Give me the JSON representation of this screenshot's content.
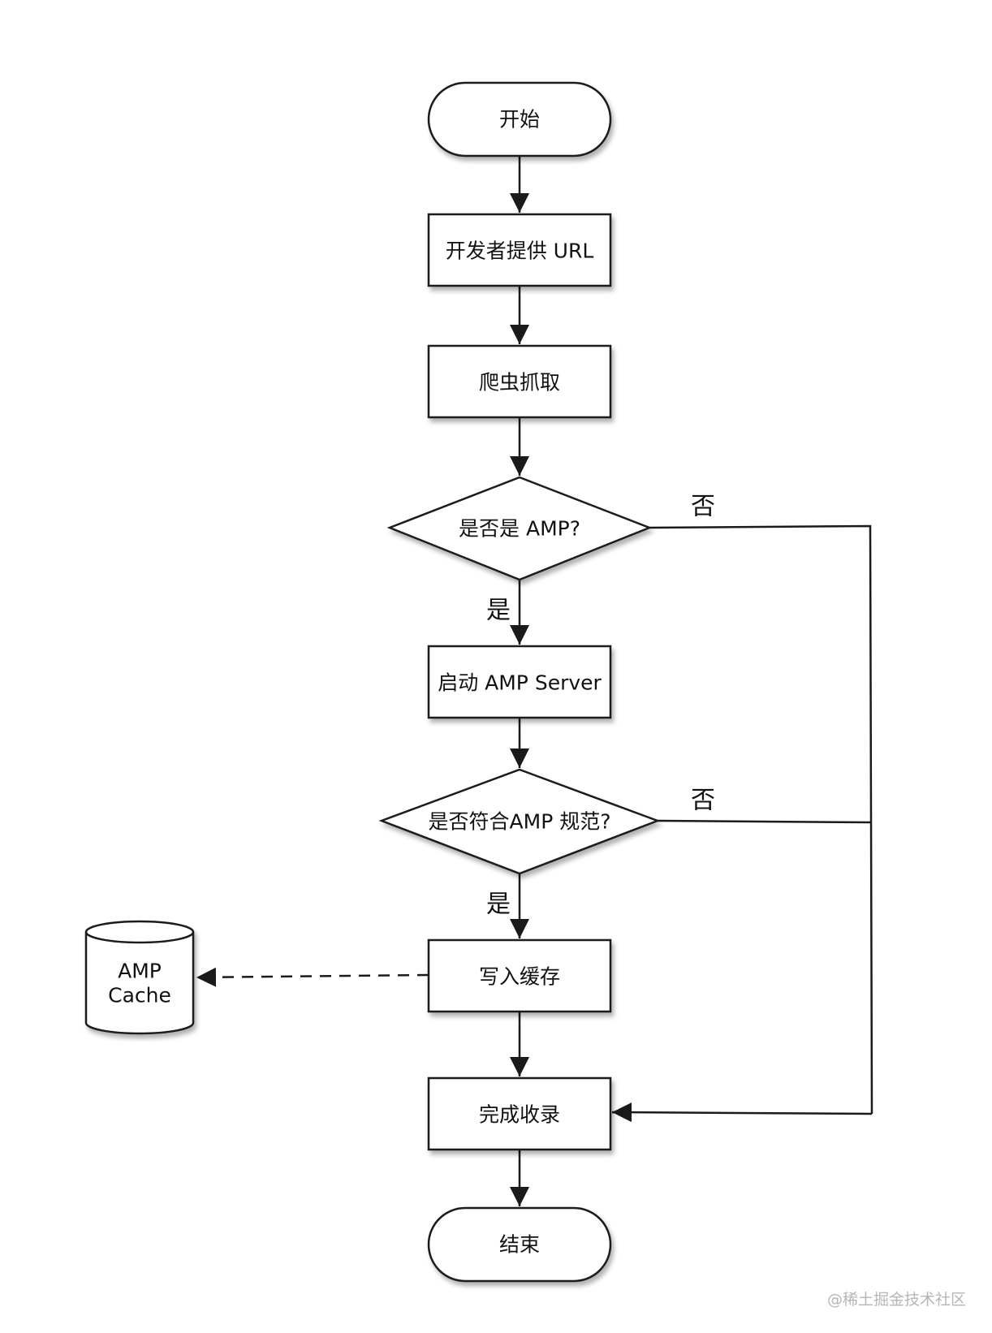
{
  "nodes": {
    "start": "开始",
    "provide_url": "开发者提供 URL",
    "crawl": "爬虫抓取",
    "is_amp": "是否是 AMP?",
    "start_server": "启动 AMP Server",
    "is_valid": "是否符合AMP 规范?",
    "write_cache": "写入缓存",
    "cache_line1": "AMP",
    "cache_line2": "Cache",
    "complete": "完成收录",
    "end": "结束"
  },
  "edge_labels": {
    "is_amp_no": "否",
    "is_amp_yes": "是",
    "is_valid_no": "否",
    "is_valid_yes": "是"
  },
  "watermark": "@稀土掘金技术社区",
  "colors": {
    "stroke": "#1a1a1a",
    "fill": "#ffffff",
    "text": "#111111",
    "watermark": "#b5b5b5"
  }
}
